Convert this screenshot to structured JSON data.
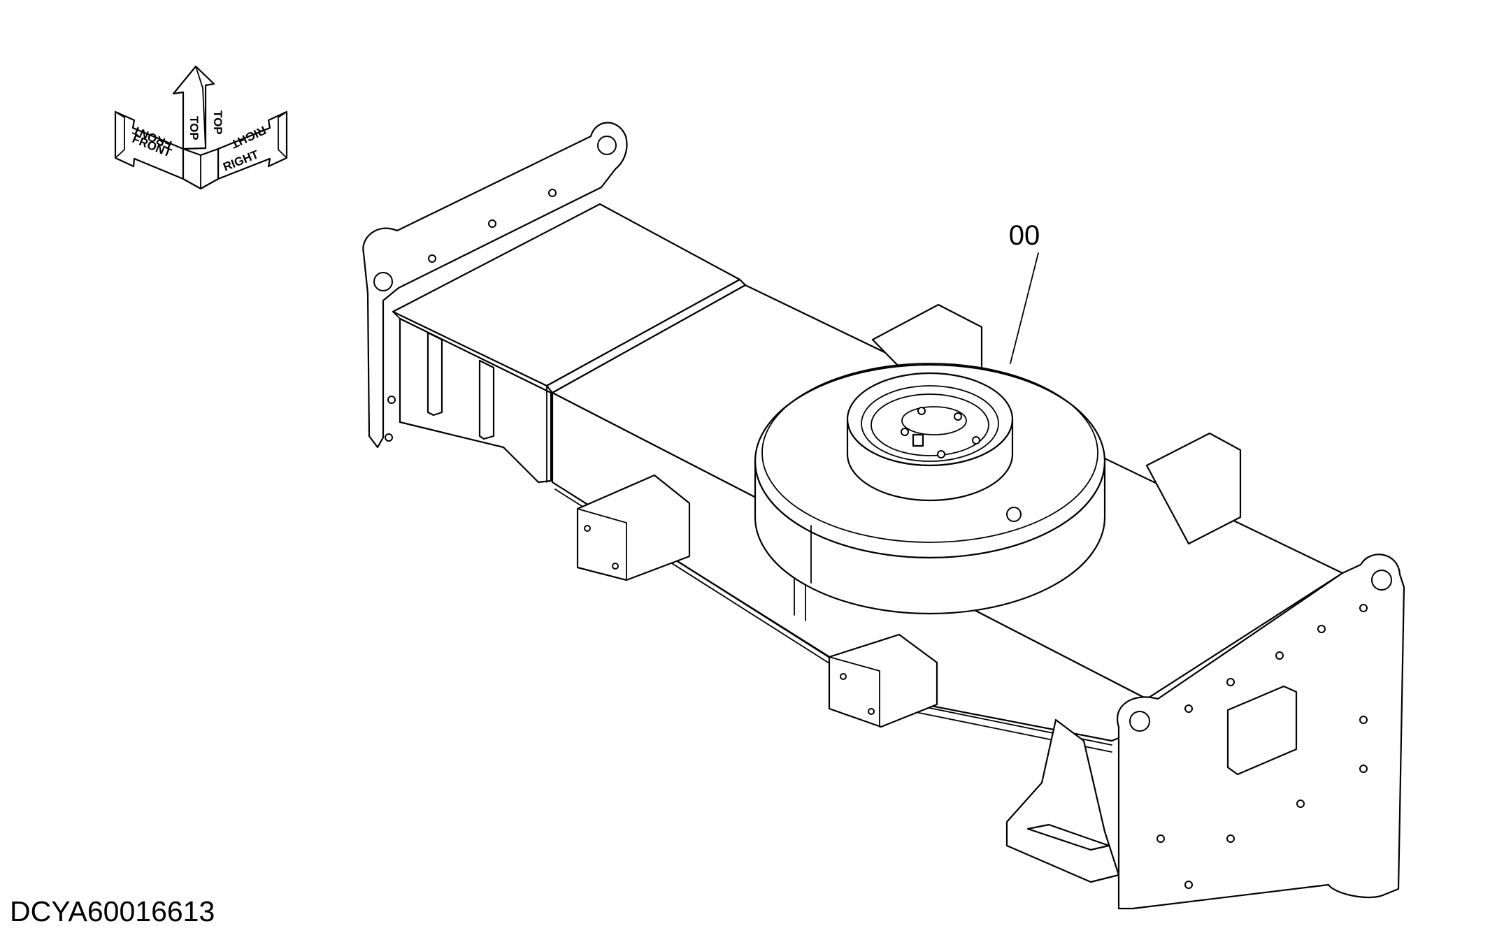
{
  "drawing": {
    "drawing_id": "DCYA60016613",
    "callout_part_number": "00",
    "orientation_labels": {
      "front": "FRONT",
      "top": "TOP",
      "right": "RIGHT"
    }
  }
}
